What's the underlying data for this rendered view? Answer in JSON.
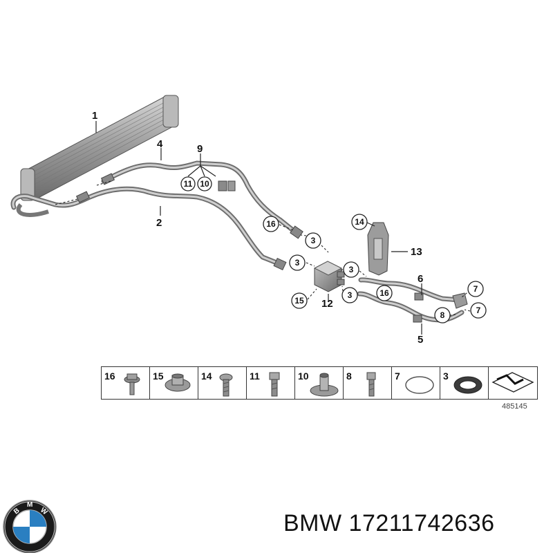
{
  "diagram": {
    "callouts": {
      "c1": "1",
      "c2": "2",
      "c4": "4",
      "c5": "5",
      "c6": "6",
      "c9": "9",
      "c12": "12",
      "c13": "13"
    },
    "circled": {
      "c11": "11",
      "c10": "10",
      "c16a": "16",
      "c3a": "3",
      "c3b": "3",
      "c3c": "3",
      "c3d": "3",
      "c14": "14",
      "c15": "15",
      "c7a": "7",
      "c7b": "7",
      "c8": "8",
      "c16b": "16"
    }
  },
  "legend": {
    "cells": [
      "16",
      "15",
      "14",
      "11",
      "10",
      "8",
      "7",
      "3",
      ""
    ]
  },
  "reference_number": "485145",
  "brand": {
    "logo_letters": "BMW",
    "name": "BMW",
    "part_number": "17211742636"
  }
}
